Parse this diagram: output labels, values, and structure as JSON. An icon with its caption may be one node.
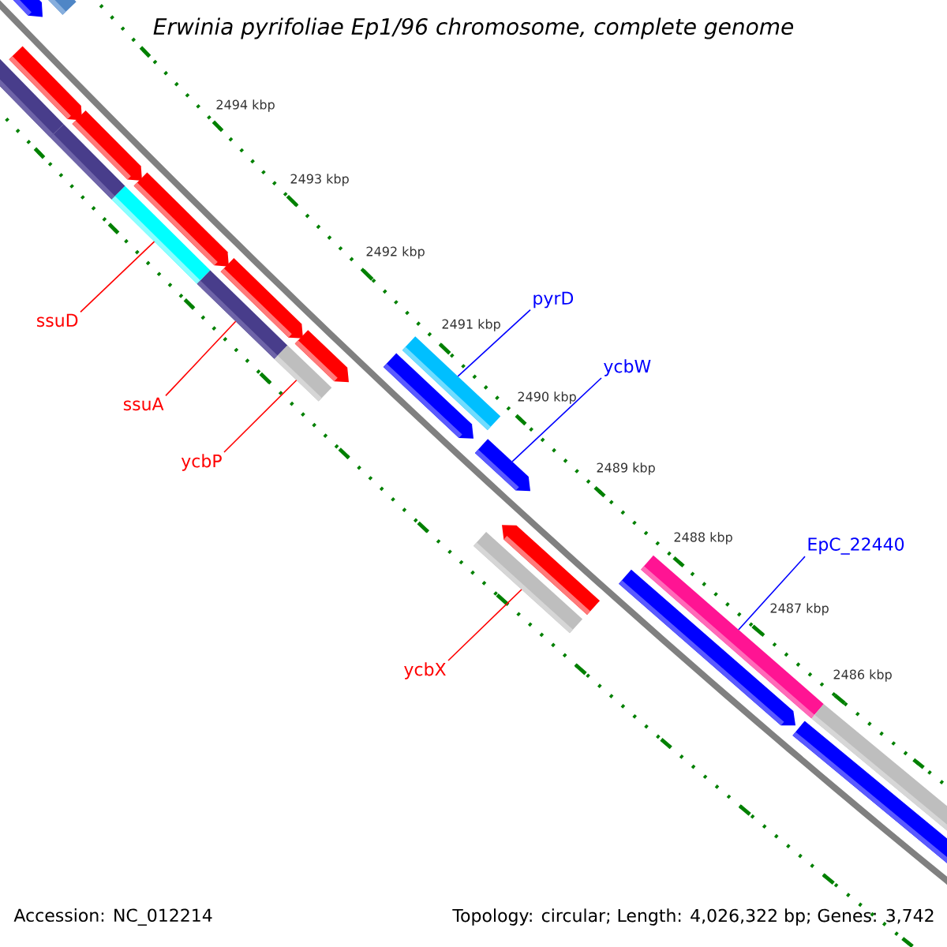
{
  "diagram": {
    "title": "Erwinia pyrifoliae Ep1/96 chromosome, complete genome",
    "nodes": [
      {
        "text": [],
        "shape": "pentagon"
      },
      {
        "text": [],
        "shape": "bar"
      },
      {
        "text": [],
        "shape": "pentagon"
      },
      {
        "text": [],
        "shape": "bar"
      },
      {
        "text": [],
        "shape": "bar"
      },
      {
        "text": [],
        "shape": "pentagon"
      },
      {
        "text": [],
        "shape": "bar"
      },
      {
        "text": [],
        "shape": "pentagon"
      },
      {
        "text": [],
        "shape": "bar"
      },
      {
        "text": [],
        "shape": "pentagon"
      },
      {
        "text": [],
        "shape": "bar"
      },
      {
        "text": [],
        "shape": "pentagon"
      },
      {
        "text": [],
        "shape": "pentagon"
      },
      {
        "text": [],
        "shape": "bar"
      },
      {
        "text": [],
        "shape": "pentagon"
      },
      {
        "text": [],
        "shape": "bar"
      },
      {
        "text": [],
        "shape": "pentagon"
      },
      {
        "text": [],
        "shape": "pentagon"
      },
      {
        "text": [],
        "shape": "bar"
      },
      {
        "text": [],
        "shape": "bar"
      },
      {
        "text": [],
        "shape": "bar"
      },
      {
        "text": [
          "ssuD"
        ]
      },
      {
        "text": [
          "ssuA"
        ]
      },
      {
        "text": [
          "ycbP"
        ]
      },
      {
        "text": [
          "pyrD"
        ]
      },
      {
        "text": [
          "ycbW"
        ]
      },
      {
        "text": [
          "EpC_22440"
        ]
      },
      {
        "text": [
          "ycbX"
        ]
      }
    ],
    "edges": [
      {
        "from": 21,
        "to": 6,
        "arrow": "none"
      },
      {
        "from": 22,
        "to": 8,
        "arrow": "none"
      },
      {
        "from": 23,
        "to": 10,
        "arrow": "none"
      },
      {
        "from": 24,
        "to": 13,
        "arrow": "none",
        "color": "#0000ff"
      },
      {
        "from": 25,
        "to": 14,
        "arrow": "none",
        "color": "#0000ff"
      },
      {
        "from": 26,
        "to": 18,
        "arrow": "none",
        "color": "#0000ff"
      },
      {
        "from": 27,
        "to": 15,
        "arrow": "none"
      }
    ],
    "labels": [
      "2494 kbp",
      "2493 kbp",
      "2492 kbp",
      "2491 kbp",
      "2490 kbp",
      "2489 kbp",
      "2488 kbp",
      "2487 kbp",
      "2486 kbp",
      "Accession: NC_012214",
      "Topology: circular; Length: 4,026,322 bp; Genes: 3,742"
    ]
  }
}
